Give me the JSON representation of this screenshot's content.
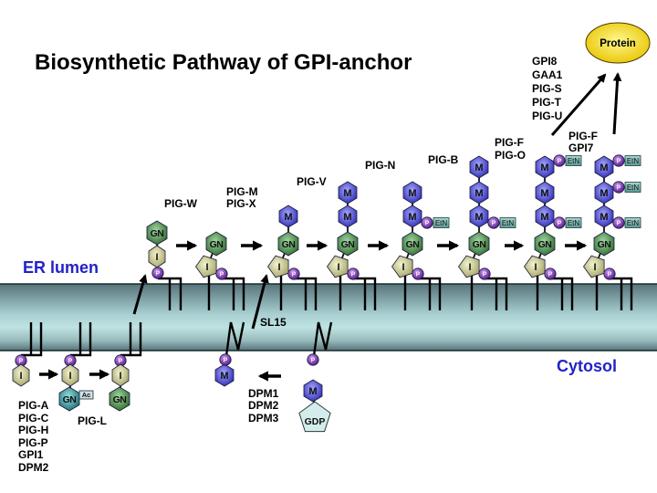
{
  "title": "Biosynthetic Pathway of GPI-anchor",
  "compartments": {
    "lumen": "ER lumen",
    "cytosol": "Cytosol"
  },
  "product": {
    "label": "Protein"
  },
  "residue_labels": {
    "inositol": "I",
    "glucosamine": "GN",
    "mannose": "M",
    "phosphate": "P",
    "ethanolamine": "EtN",
    "acetyl": "Ac",
    "gdp": "GDP"
  },
  "enzymes": {
    "initiation": [
      "PIG-A",
      "PIG-C",
      "PIG-H",
      "PIG-P",
      "GPI1",
      "DPM2"
    ],
    "deacetylation": "PIG-L",
    "flippase": "SL15",
    "dpm_synthase": [
      "DPM1",
      "DPM2",
      "DPM3"
    ],
    "inositol_acylation": "PIG-W",
    "mannosyltransferase_1": [
      "PIG-M",
      "PIG-X"
    ],
    "mannosyltransferase_2": "PIG-V",
    "etn_transfer_1": "PIG-N",
    "mannosyltransferase_3": "PIG-B",
    "etn_transfer_3": [
      "PIG-F",
      "PIG-O"
    ],
    "etn_transfer_2": [
      "PIG-F",
      "GPI7"
    ],
    "transamidase": [
      "GPI8",
      "GAA1",
      "PIG-S",
      "PIG-T",
      "PIG-U"
    ]
  },
  "cytosolic_intermediates": [
    {
      "residues": [
        "P",
        "I"
      ],
      "acetylated": false
    },
    {
      "residues": [
        "P",
        "I",
        "GN"
      ],
      "acetylated": true
    },
    {
      "residues": [
        "P",
        "I",
        "GN"
      ],
      "acetylated": false
    }
  ],
  "lumenal_intermediates": [
    {
      "inositol_acylated": false,
      "mannose_count": 0,
      "etn_on_mannose": []
    },
    {
      "inositol_acylated": true,
      "mannose_count": 0,
      "etn_on_mannose": []
    },
    {
      "inositol_acylated": true,
      "mannose_count": 1,
      "etn_on_mannose": []
    },
    {
      "inositol_acylated": true,
      "mannose_count": 2,
      "etn_on_mannose": []
    },
    {
      "inositol_acylated": true,
      "mannose_count": 2,
      "etn_on_mannose": [
        1
      ]
    },
    {
      "inositol_acylated": true,
      "mannose_count": 3,
      "etn_on_mannose": [
        1
      ]
    },
    {
      "inositol_acylated": true,
      "mannose_count": 3,
      "etn_on_mannose": [
        1,
        3
      ]
    },
    {
      "inositol_acylated": true,
      "mannose_count": 3,
      "etn_on_mannose": [
        1,
        2,
        3
      ]
    }
  ],
  "dolichol_phosphates": [
    {
      "mannose": true
    },
    {
      "mannose": false
    }
  ],
  "colors": {
    "compartment_label": "#2222c8",
    "mannose_light": "#a8a8ff",
    "mannose_dark": "#2a2ab4",
    "glucosamine_light": "#a4d6a4",
    "glucosamine_dark": "#2c6a2c",
    "glucosamine_acetyl_light": "#98e0e0",
    "glucosamine_acetyl_dark": "#1a6c74",
    "inositol_light": "#f4f4d0",
    "inositol_dark": "#a4a468",
    "phosphate_light": "#c89cf0",
    "phosphate_dark": "#5a1a8c",
    "ethanolamine_light": "#a8d8d2",
    "ethanolamine_dark": "#5a9a94",
    "protein_light": "#fff890",
    "protein_dark": "#e8c400",
    "membrane_edge": "#56747a",
    "membrane_mid": "#bfe2e2"
  }
}
